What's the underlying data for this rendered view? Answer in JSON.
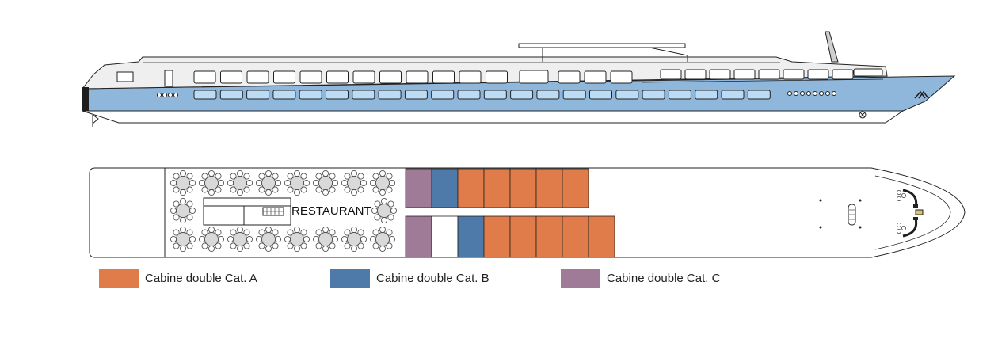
{
  "colors": {
    "cat_a": "#e07b4a",
    "cat_b": "#4d7aa8",
    "cat_c": "#a07b98",
    "hull_band": "#8fb7dc",
    "window_blue": "#bcdcf5"
  },
  "deck_plan": {
    "restaurant_label": "RESTAURANT",
    "top_row_cabins": [
      "cat_c",
      "cat_b",
      "cat_a",
      "cat_a",
      "cat_a",
      "cat_a",
      "cat_a"
    ],
    "bottom_row_cabins": [
      "cat_c",
      "none",
      "cat_b",
      "cat_a",
      "cat_a",
      "cat_a",
      "cat_a",
      "cat_a"
    ]
  },
  "legend": [
    {
      "key": "cat_a",
      "label": "Cabine double Cat. A"
    },
    {
      "key": "cat_b",
      "label": "Cabine double Cat. B"
    },
    {
      "key": "cat_c",
      "label": "Cabine double Cat. C"
    }
  ]
}
